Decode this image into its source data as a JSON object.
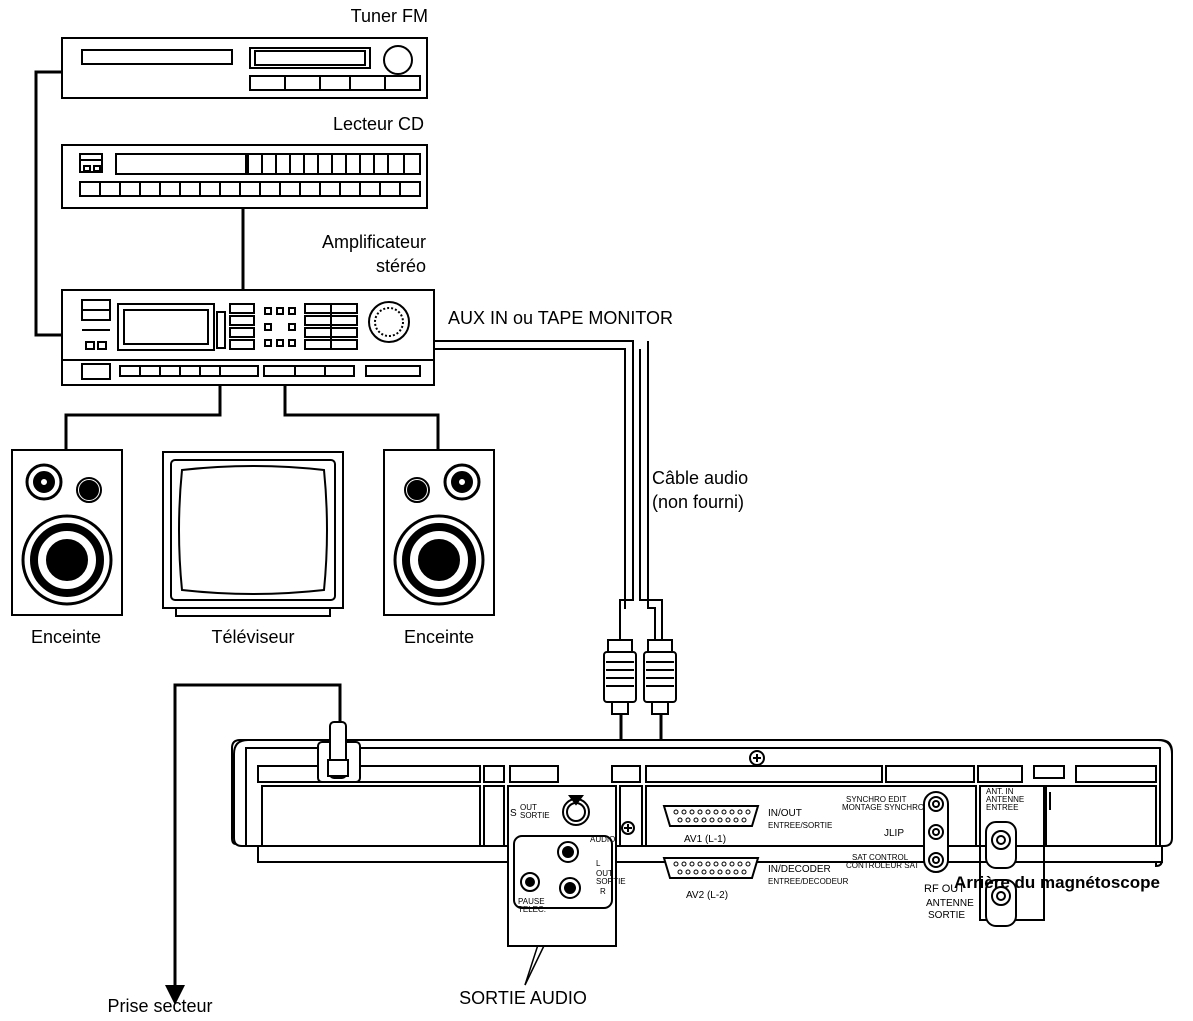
{
  "labels": {
    "tuner": "Tuner FM",
    "cd": "Lecteur CD",
    "amp_line1": "Amplificateur",
    "amp_line2": "stéréo",
    "aux": "AUX IN ou TAPE MONITOR",
    "cable_line1": "Câble audio",
    "cable_line2": "(non fourni)",
    "speaker_left": "Enceinte",
    "tv": "Téléviseur",
    "speaker_right": "Enceinte",
    "mains": "Prise secteur",
    "audio_out": "SORTIE AUDIO",
    "vcr_rear": "Arrière du magnétoscope"
  },
  "panel": {
    "s_out": "OUT",
    "s_sortie": "SORTIE",
    "s_letter": "S",
    "audio_tag": "AUDIO",
    "out": "OUT",
    "sortie": "SORTIE",
    "l": "L",
    "r": "R",
    "pause": "PAUSE",
    "telec": "TELEC.",
    "av1_inout": "IN/OUT",
    "av1_entree": "ENTREE/SORTIE",
    "av1": "AV1 (L-1)",
    "av2_indec": "IN/DECODER",
    "av2_entree": "ENTREE/DECODEUR",
    "av2": "AV2 (L-2)",
    "synchro1": "SYNCHRO EDIT",
    "synchro2": "MONTAGE SYNCHRO",
    "jlip": "JLIP",
    "sat1": "SAT CONTROL",
    "sat2": "CONTROLEUR SAT",
    "ant_in": "ANT. IN",
    "ant_antenne": "ANTENNE",
    "ant_entree": "ENTREE",
    "rf_out": "RF OUT",
    "rf_antenne": "ANTENNE",
    "rf_sortie": "SORTIE"
  }
}
